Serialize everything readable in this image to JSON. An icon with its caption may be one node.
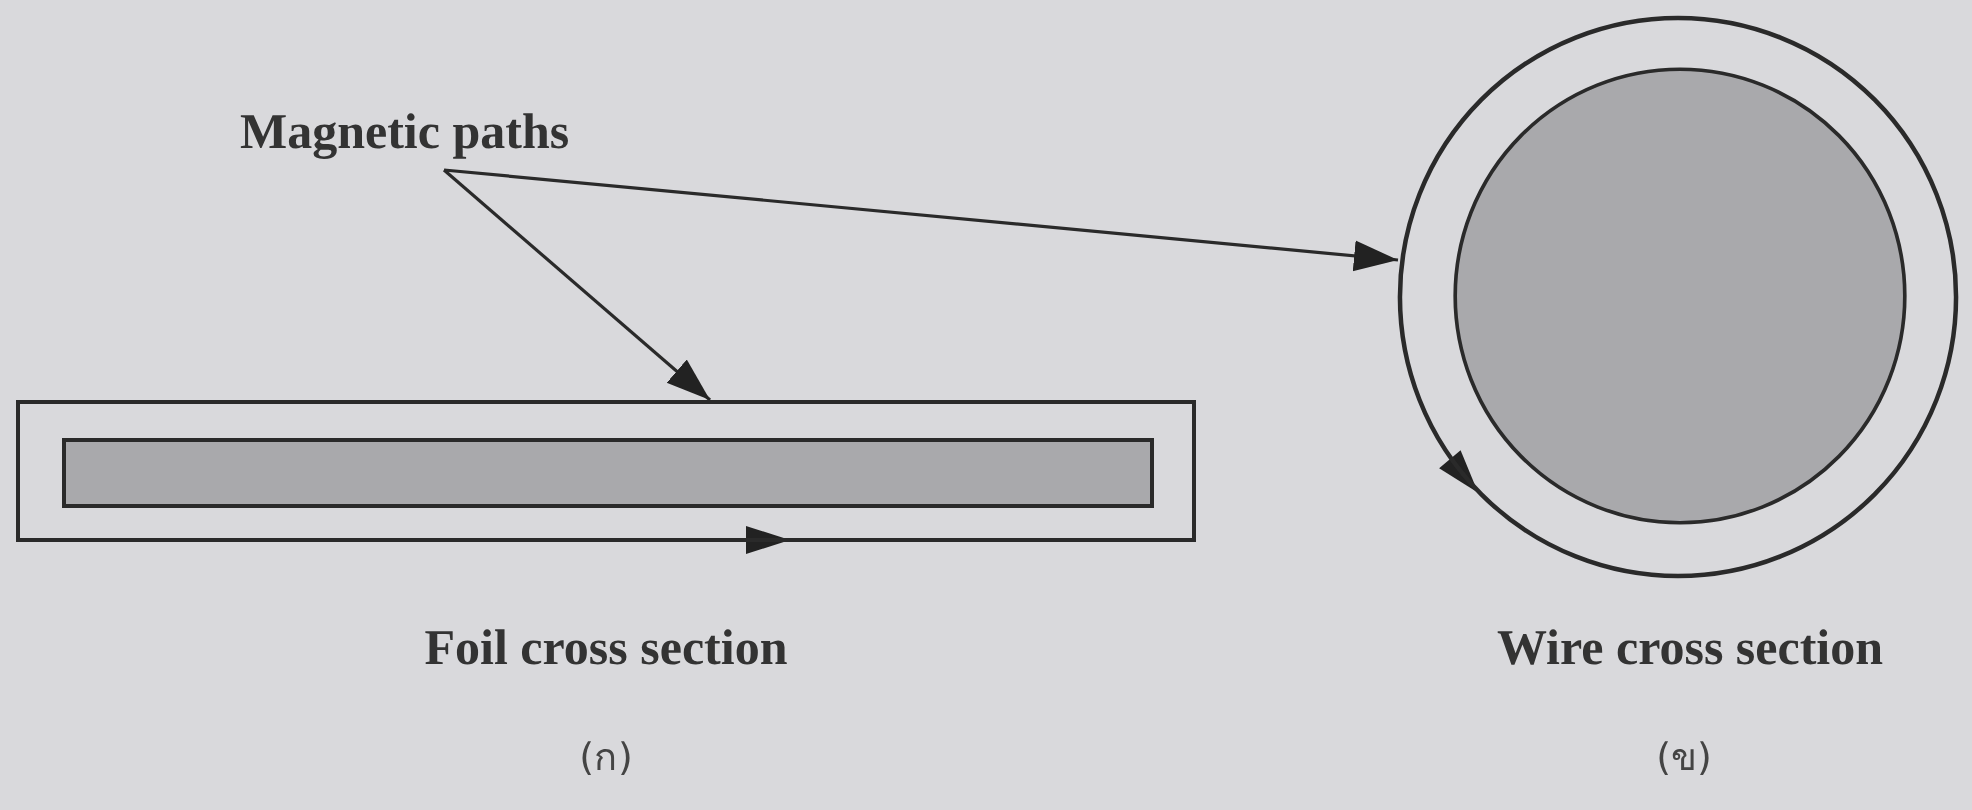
{
  "diagram": {
    "nodes": [
      {
        "text": [
          "Magnetic paths"
        ]
      },
      {
        "text": [],
        "shape": "box",
        "beside": [
          "Foil cross section",
          "(ก)"
        ]
      },
      {
        "text": [],
        "shape": "bar",
        "in": 1
      },
      {
        "text": [],
        "shape": "circle",
        "beside": [
          "Wire cross section",
          "(ข)"
        ]
      },
      {
        "text": [],
        "shape": "circle",
        "in": 3
      }
    ],
    "edges": [
      {
        "from": 0,
        "to": 1,
        "arrow": "to"
      },
      {
        "from": 0,
        "to": 3,
        "arrow": "to"
      }
    ]
  }
}
